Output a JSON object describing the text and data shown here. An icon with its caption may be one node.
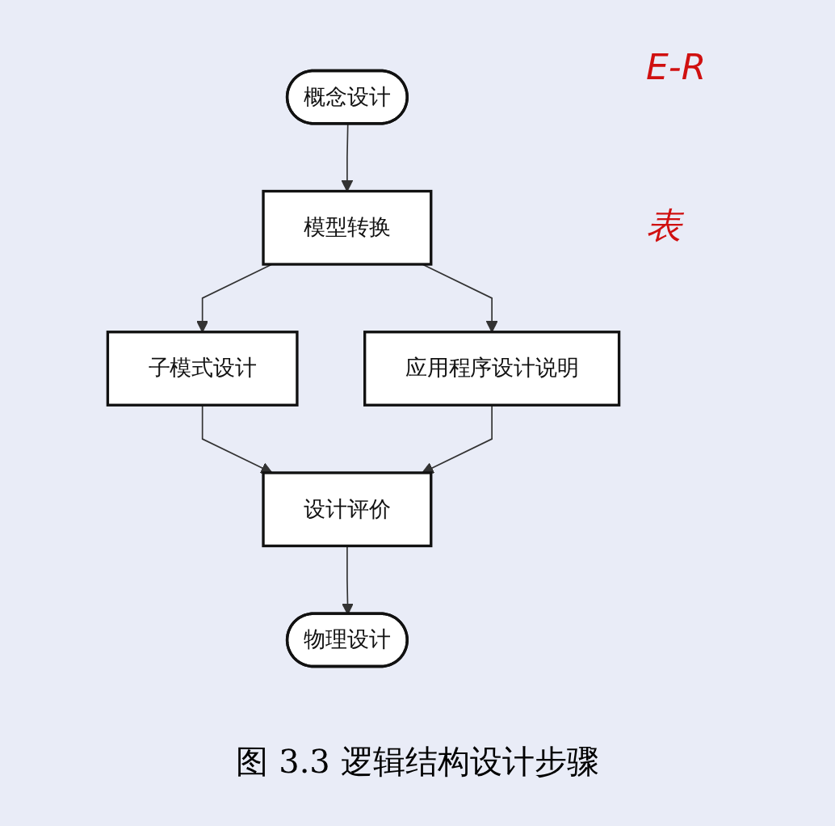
{
  "diagram": {
    "caption": "图 3.3 逻辑结构设计步骤",
    "nodes": [
      {
        "text": [
          "概念设计"
        ]
      },
      {
        "text": [
          "模型转换"
        ]
      },
      {
        "text": [
          "子模式设计"
        ]
      },
      {
        "text": [
          "应用程序设计说明"
        ]
      },
      {
        "text": [
          "设计评价"
        ]
      },
      {
        "text": [
          "物理设计"
        ]
      }
    ],
    "edges": [
      {
        "from": 0,
        "to": 1,
        "arrow": "to"
      },
      {
        "from": 1,
        "to": 2,
        "arrow": "to"
      },
      {
        "from": 1,
        "to": 3,
        "arrow": "to"
      },
      {
        "from": 2,
        "to": 4,
        "arrow": "to"
      },
      {
        "from": 3,
        "to": 4,
        "arrow": "to"
      },
      {
        "from": 4,
        "to": 5,
        "arrow": "to"
      }
    ],
    "labels": [
      "E-R",
      "表"
    ]
  }
}
